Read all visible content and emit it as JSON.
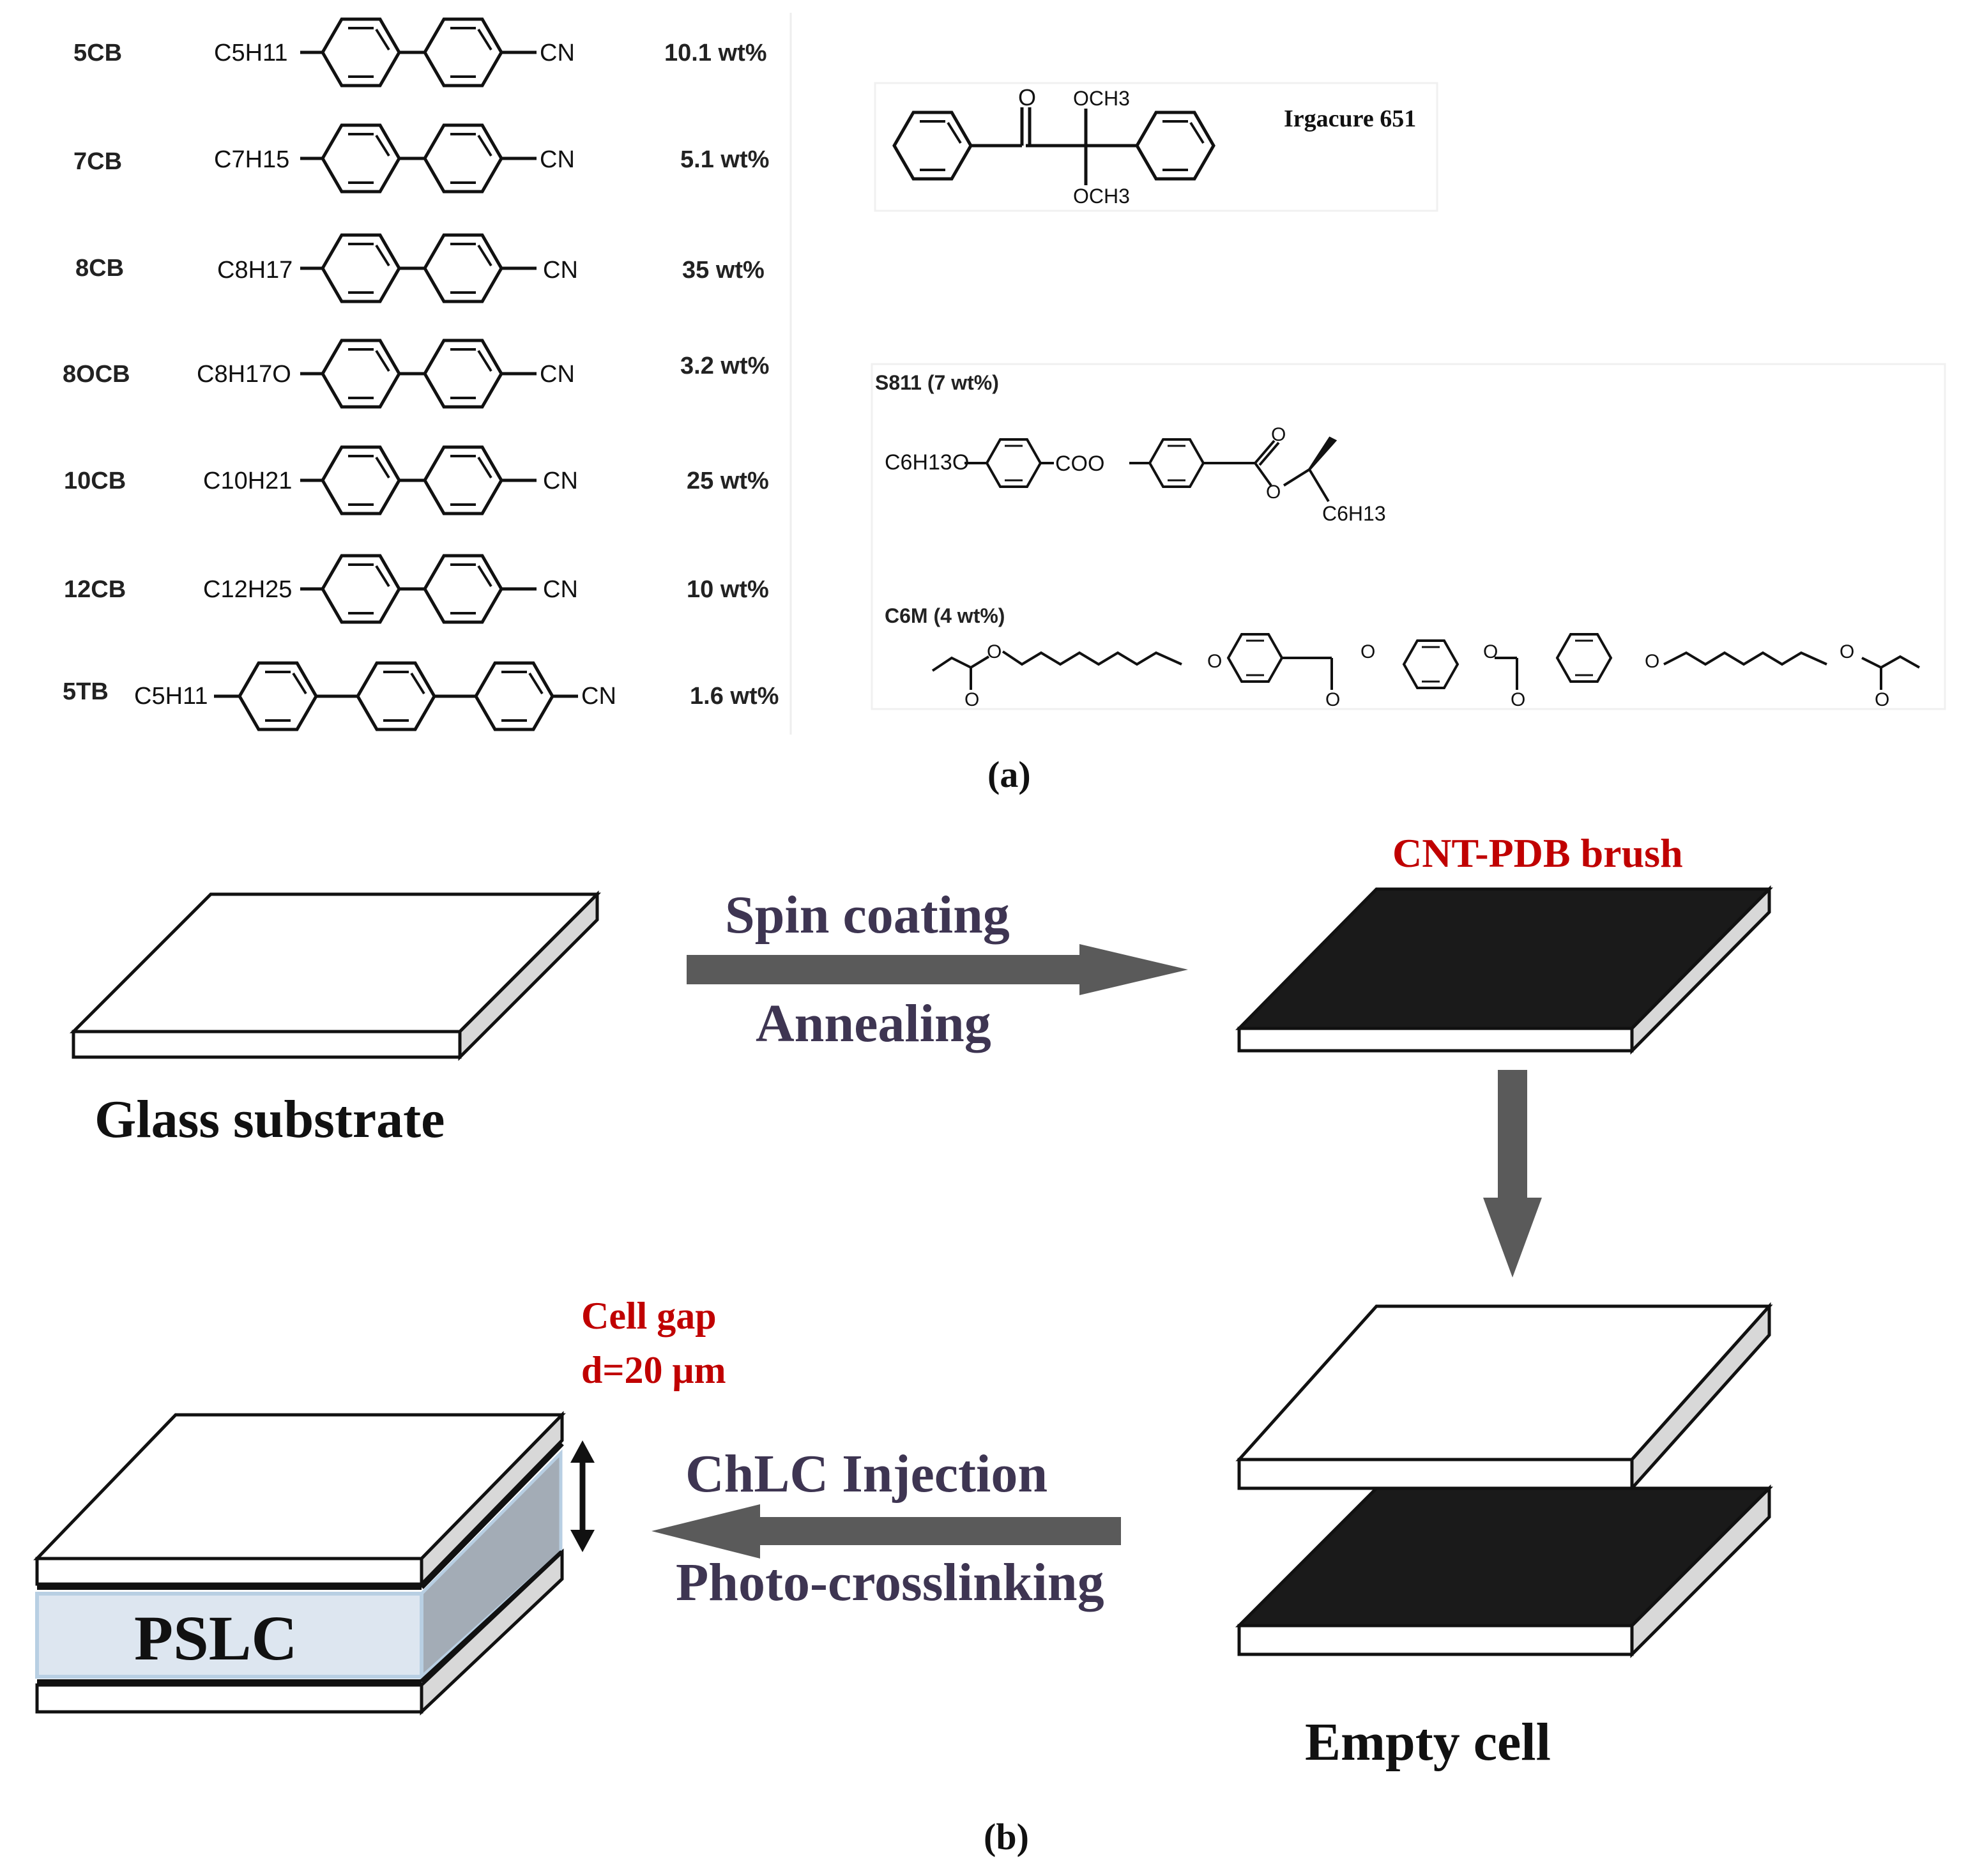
{
  "panel_a": {
    "caption": "(a)",
    "compounds": [
      {
        "name": "5CB",
        "tail": "C5H11",
        "weight": "10.1 wt%"
      },
      {
        "name": "7CB",
        "tail": "C7H15",
        "weight": "5.1 wt%"
      },
      {
        "name": "8CB",
        "tail": "C8H17",
        "weight": "35 wt%"
      },
      {
        "name": "8OCB",
        "tail": "C8H17O",
        "weight": "3.2 wt%"
      },
      {
        "name": "10CB",
        "tail": "C10H21",
        "weight": "25 wt%"
      },
      {
        "name": "12CB",
        "tail": "C12H25",
        "weight": "10 wt%"
      },
      {
        "name": "5TB",
        "tail": "C5H11",
        "weight": "1.6 wt%"
      }
    ],
    "cn_label": "CN",
    "irgacure": {
      "name": "Irgacure 651",
      "och3_label": "OCH3",
      "carbonyl_o": "O"
    },
    "s811": {
      "name": "S811 (7 wt%)",
      "left_tail": "C6H13O",
      "ester": "COO",
      "o": "O",
      "right_tail": "C6H13"
    },
    "c6m": {
      "name": "C6M (4 wt%)",
      "o": "O"
    }
  },
  "panel_b": {
    "caption": "(b)",
    "glass_label": "Glass substrate",
    "step1_top": "Spin coating",
    "step1_bottom": "Annealing",
    "brush_label": "CNT-PDB brush",
    "empty_label": "Empty cell",
    "step2_top": "ChLC Injection",
    "step2_bottom": "Photo-crosslinking",
    "gap_line1": "Cell gap",
    "gap_line2": "d=20 μm",
    "pslc_label": "PSLC"
  }
}
